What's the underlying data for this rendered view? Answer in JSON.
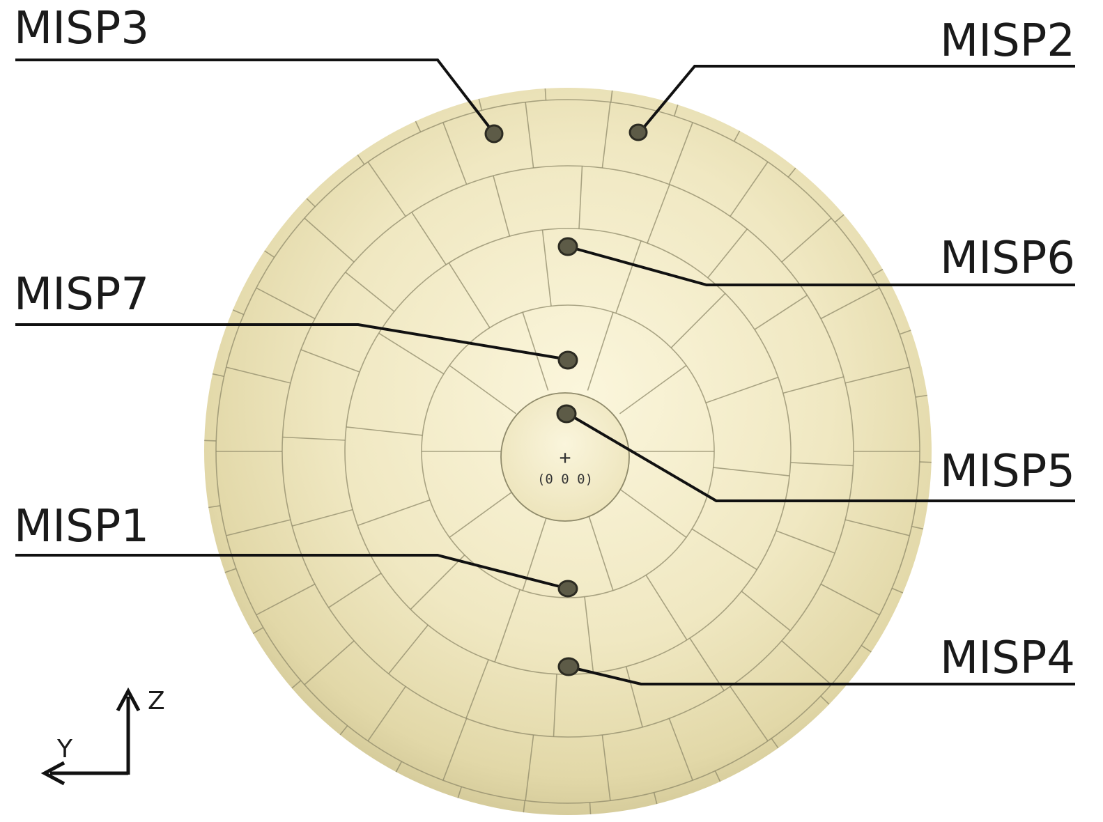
{
  "diagram": {
    "probes": [
      {
        "id": "misp3",
        "label": "MISP3"
      },
      {
        "id": "misp2",
        "label": "MISP2"
      },
      {
        "id": "misp6",
        "label": "MISP6"
      },
      {
        "id": "misp7",
        "label": "MISP7"
      },
      {
        "id": "misp5",
        "label": "MISP5"
      },
      {
        "id": "misp1",
        "label": "MISP1"
      },
      {
        "id": "misp4",
        "label": "MISP4"
      }
    ],
    "origin_marker": "+",
    "origin_label": "(0 0 0)",
    "axes": {
      "vertical": "Z",
      "horizontal": "Y"
    },
    "colors": {
      "surface_light": "#f6f0cf",
      "surface_dark": "#cdc392",
      "grid_line": "#8f8a6a",
      "probe_fill": "#5d5b47",
      "leader_line": "#111111"
    }
  }
}
